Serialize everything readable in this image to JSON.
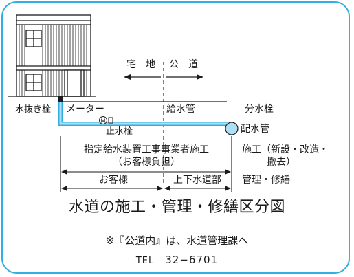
{
  "labels": {
    "zone_private": "宅　地",
    "zone_public": "公　道",
    "drain_valve": "水抜き栓",
    "meter": "メーター",
    "service_pipe": "給水管",
    "branch_valve": "分水栓",
    "meter_symbol": "M",
    "stop_valve": "止水栓",
    "distribution_main": "配水管",
    "contractor_line1": "指定給水装置工事事業者施工",
    "contractor_line2": "（お客様負担）",
    "construction_line1": "施工（新設・改造・",
    "construction_line2": "撤去）",
    "customer": "お客様",
    "waterworks_dept": "上下水道部",
    "management": "管理・修繕"
  },
  "title": "水道の施工・管理・修繕区分図",
  "note": "※『公道内』は、水道管理課へ",
  "tel_prefix": "TEL",
  "tel_number": "32−6701",
  "colors": {
    "frame": "#33aee0",
    "pipe": "#aee0f5",
    "pipe_outline": "#33aee0",
    "line": "#1a1a1a"
  }
}
